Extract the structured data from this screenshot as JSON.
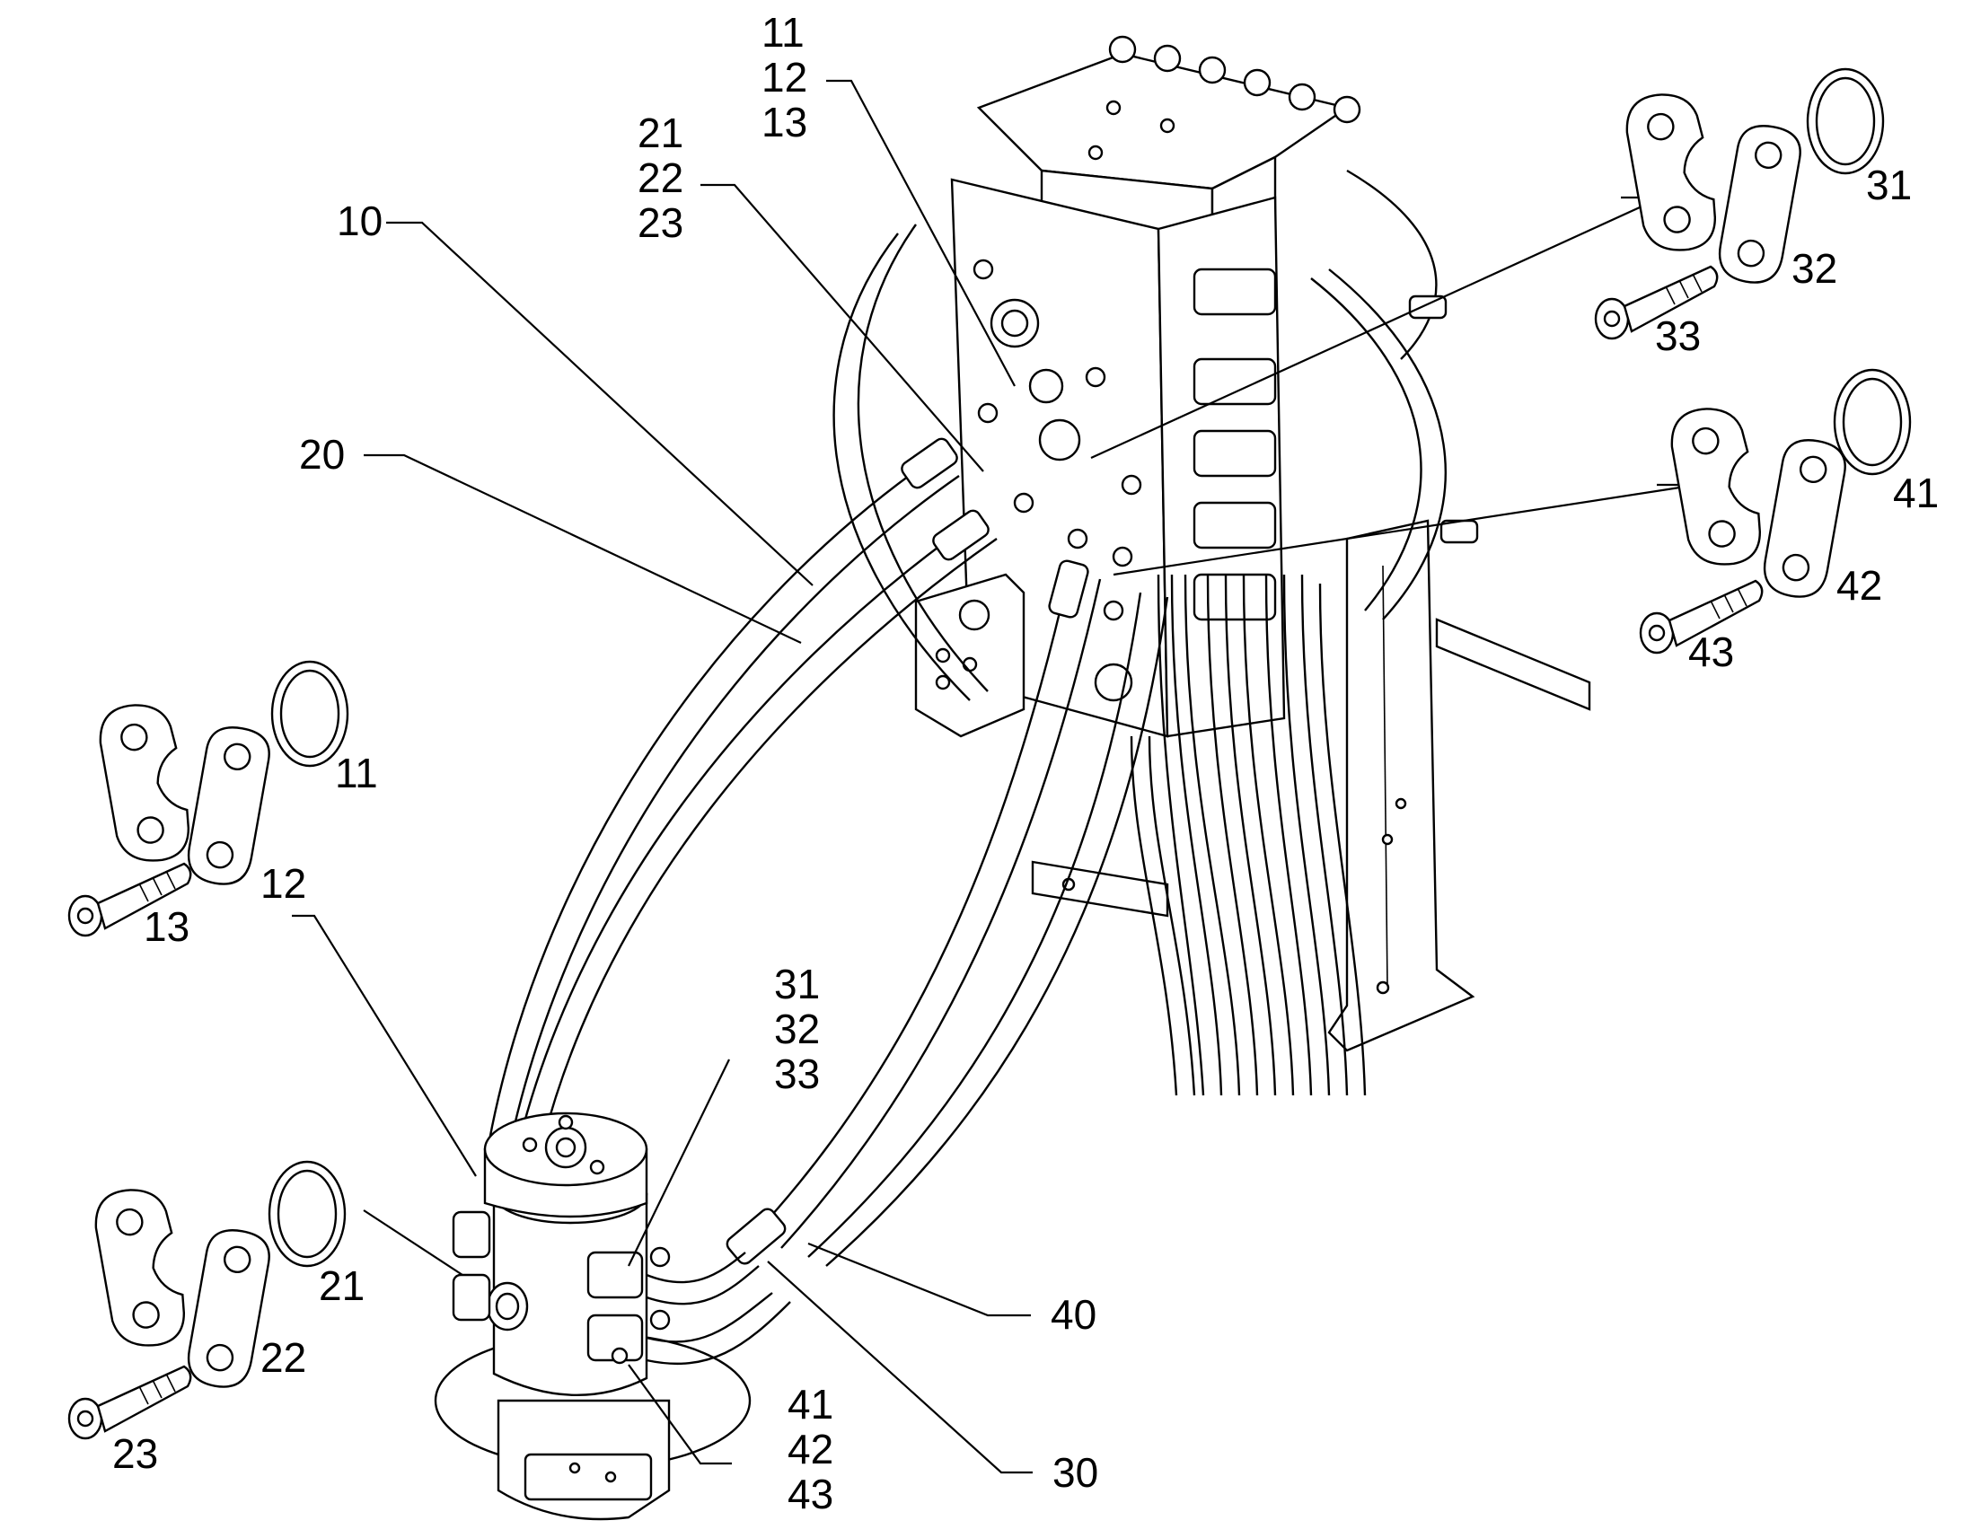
{
  "diagram": {
    "callouts": {
      "c10": "10",
      "c20": "20",
      "c30": "30",
      "c40": "40",
      "c11_top": "11",
      "c12_top": "12",
      "c13_top": "13",
      "c21_top": "21",
      "c22_top": "22",
      "c23_top": "23",
      "c31_bot": "31",
      "c32_bot": "32",
      "c33_bot": "33",
      "c41_bot": "41",
      "c42_bot": "42",
      "c43_bot": "43"
    },
    "kit_labels": {
      "k11": "11",
      "k12": "12",
      "k13": "13",
      "k21": "21",
      "k22": "22",
      "k23": "23",
      "k31": "31",
      "k32": "32",
      "k33": "33",
      "k41": "41",
      "k42": "42",
      "k43": "43"
    }
  }
}
